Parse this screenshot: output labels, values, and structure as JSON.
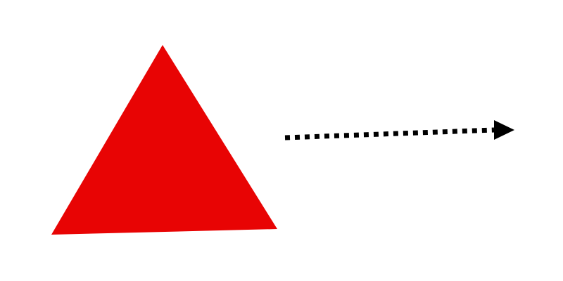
{
  "diagram": {
    "background_color": "#ffffff",
    "shapes": [
      {
        "id": "triangle",
        "kind": "triangle",
        "fill_color": "#e80404"
      },
      {
        "id": "arrow",
        "kind": "arrow",
        "line_style": "dotted",
        "color": "#000000",
        "direction": "right"
      }
    ]
  }
}
